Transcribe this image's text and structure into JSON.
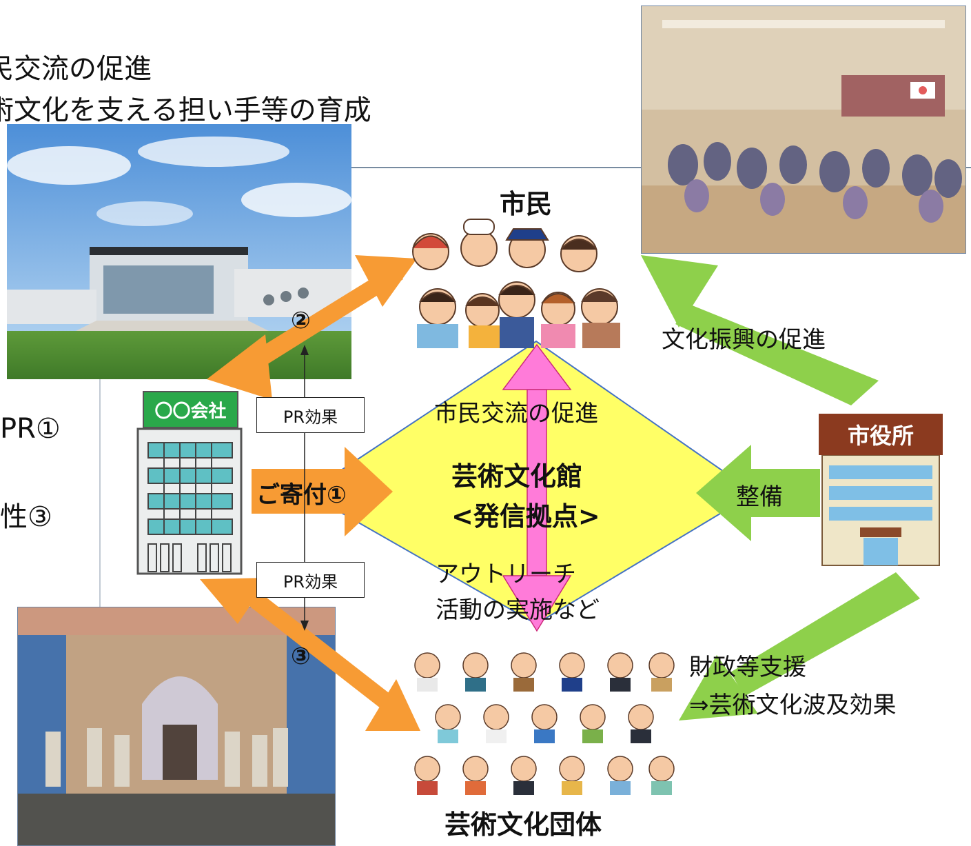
{
  "heading": {
    "line1": "民交流の促進",
    "line2": "術文化を支える担い手等の育成"
  },
  "left_side": {
    "item1": "PR①",
    "item3": "性③"
  },
  "nodes": {
    "citizens": "市民",
    "hall_title": "芸術文化館",
    "hall_subtitle": "<発信拠点>",
    "groups": "芸術文化団体",
    "company": "〇〇会社",
    "city_hall": "市役所"
  },
  "labels": {
    "donation": "ご寄付①",
    "pr_effect_top": "PR効果",
    "pr_effect_bottom": "PR効果",
    "circle2": "②",
    "circle3": "③",
    "exchange": "市民交流の促進",
    "outreach_line1": "アウトリーチ",
    "outreach_line2": "活動の実施など",
    "culture_promotion": "文化振興の促進",
    "maintenance": "整備",
    "support_line1": "財政等支援",
    "support_line2": "⇒芸術文化波及効果"
  },
  "colors": {
    "orange": "#f79b34",
    "green": "#8ed04b",
    "diamond": "#ffff66",
    "pink": "#ff7bd9"
  }
}
